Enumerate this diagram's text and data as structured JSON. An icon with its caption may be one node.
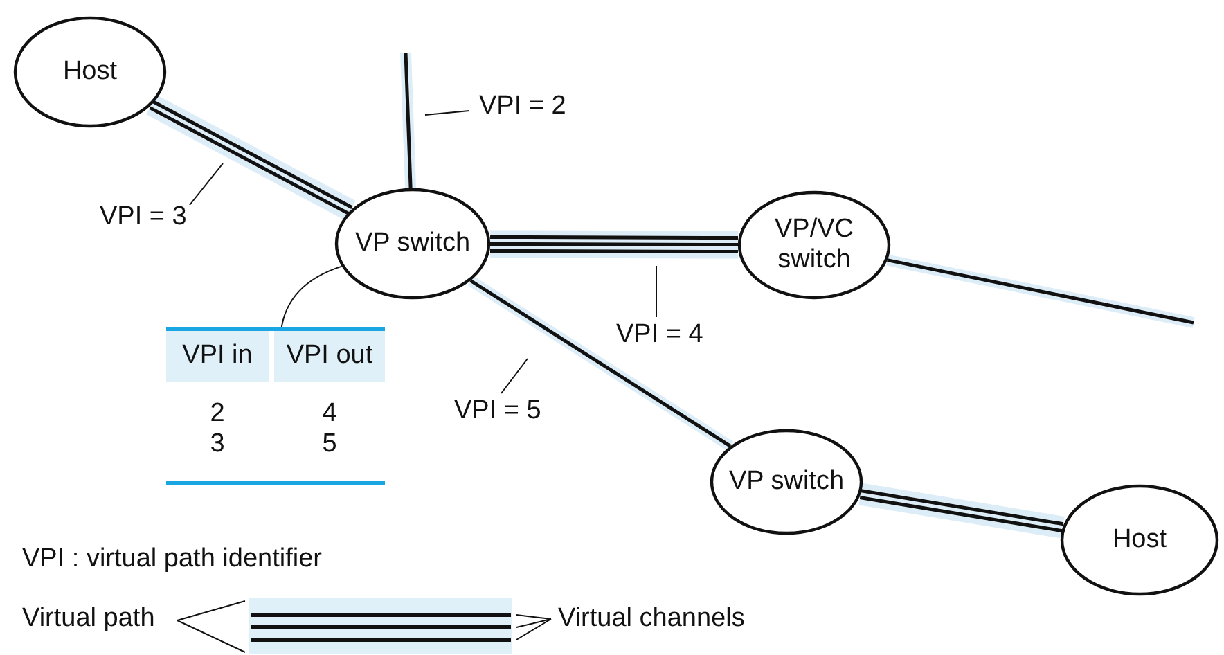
{
  "diagram": {
    "nodes": [
      {
        "text": [
          "Host"
        ]
      },
      {
        "text": [
          "VP switch"
        ]
      },
      {
        "text": [
          "VP/VC switch"
        ]
      },
      {
        "text": [
          "VP switch"
        ]
      },
      {
        "text": [
          "Host"
        ]
      },
      {
        "text": [
          "VPI = 2"
        ]
      },
      {
        "text": [
          "VPI = 3"
        ]
      },
      {
        "text": [
          "VPI = 4"
        ]
      },
      {
        "text": [
          "VPI = 5"
        ]
      },
      {
        "text": [
          "VPI in",
          "VPI out",
          "2",
          "4",
          "3",
          "5"
        ]
      },
      {
        "text": [
          "Virtual path"
        ]
      },
      {
        "text": [],
        "shape": "bar"
      },
      {
        "text": [
          "Virtual channels"
        ]
      }
    ],
    "edges": [
      {
        "from": 0,
        "to": 1,
        "arrow": "none",
        "style": "thick"
      },
      {
        "from": null,
        "to": 1,
        "arrow": "none",
        "style": "thick"
      },
      {
        "from": 1,
        "to": 2,
        "arrow": "none",
        "style": "thick"
      },
      {
        "from": 2,
        "to": null,
        "arrow": "none",
        "style": "thick"
      },
      {
        "from": 1,
        "to": 3,
        "arrow": "none",
        "style": "thick"
      },
      {
        "from": 3,
        "to": 4,
        "arrow": "none",
        "style": "thick"
      },
      {
        "from": 5,
        "to": null,
        "arrow": "none"
      },
      {
        "from": 6,
        "to": null,
        "arrow": "none"
      },
      {
        "from": 7,
        "to": null,
        "arrow": "none"
      },
      {
        "from": 8,
        "to": null,
        "arrow": "none"
      },
      {
        "from": 9,
        "to": 1,
        "arrow": "none"
      },
      {
        "from": 10,
        "to": 11,
        "arrow": "none"
      },
      {
        "from": 12,
        "to": 11,
        "arrow": "none"
      }
    ],
    "labels": [
      "VPI : virtual path identifier"
    ]
  }
}
